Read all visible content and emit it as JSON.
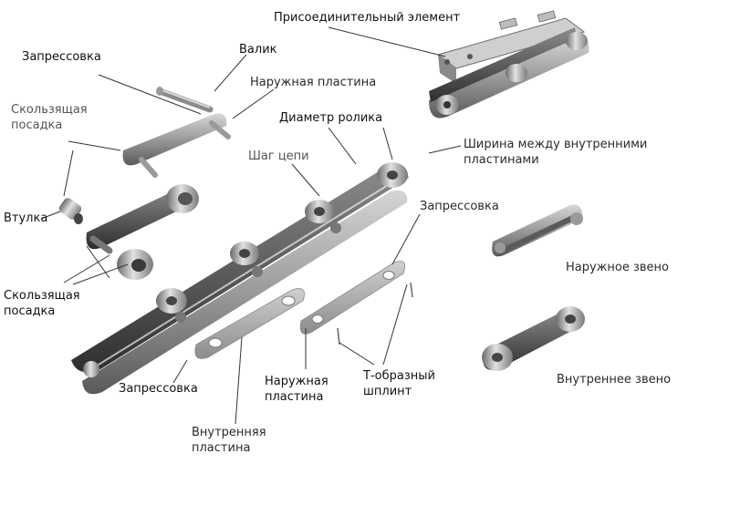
{
  "labels": {
    "connecting_element": "Присоединительный элемент",
    "press_fit_top": "Запрессовка",
    "pin": "Валик",
    "outer_plate_top": "Наружная пластина",
    "sliding_fit_top_line1": "Скользящая",
    "sliding_fit_top_line2": "посадка",
    "roller_diameter": "Диаметр ролика",
    "chain_pitch": "Шаг цепи",
    "inner_width_line1": "Ширина между внутренними",
    "inner_width_line2": "пластинами",
    "bushing": "Втулка",
    "press_fit_right": "Запрессовка",
    "outer_link": "Наружное звено",
    "sliding_fit_bottom_line1": "Скользящая",
    "sliding_fit_bottom_line2": "посадка",
    "inner_link": "Внутреннее звено",
    "press_fit_bottom": "Запрессовка",
    "outer_plate_bottom_line1": "Наружная",
    "outer_plate_bottom_line2": "пластина",
    "t_cotter_line1": "Т-образный",
    "t_cotter_line2": "шплинт",
    "inner_plate_line1": "Внутренняя",
    "inner_plate_line2": "пластина"
  },
  "colors": {
    "plate_dark": "#4a4a4a",
    "plate_mid": "#8a8a8a",
    "plate_light": "#c8c8c8",
    "leader": "#333333"
  }
}
